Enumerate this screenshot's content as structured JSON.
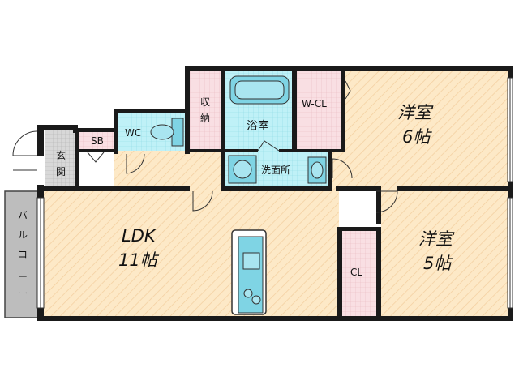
{
  "floor_plan": {
    "rooms": {
      "western_room_6": {
        "name": "洋室",
        "size": "6帖"
      },
      "western_room_5": {
        "name": "洋室",
        "size": "5帖"
      },
      "ldk": {
        "name": "LDK",
        "size": "11帖"
      },
      "bath": {
        "name": "浴室"
      },
      "washroom": {
        "name": "洗面所"
      },
      "storage": {
        "line1": "収",
        "line2": "納"
      },
      "walk_in_closet": {
        "name": "W-CL"
      },
      "closet": {
        "name": "CL"
      },
      "toilet": {
        "name": "WC"
      },
      "shoe_box": {
        "name": "SB"
      },
      "entrance": {
        "line1": "玄",
        "line2": "関"
      },
      "balcony": {
        "chars": [
          "バ",
          "ル",
          "コ",
          "ニ",
          "ー"
        ]
      }
    },
    "colors": {
      "wood_floor": "#fde9c7",
      "wet_area": "#bff1f7",
      "storage_pink": "#f9dfe3",
      "tile_gray": "#d8d8d8",
      "balcony_gray": "#bdbdbd",
      "wall": "#1a1a1a"
    }
  }
}
